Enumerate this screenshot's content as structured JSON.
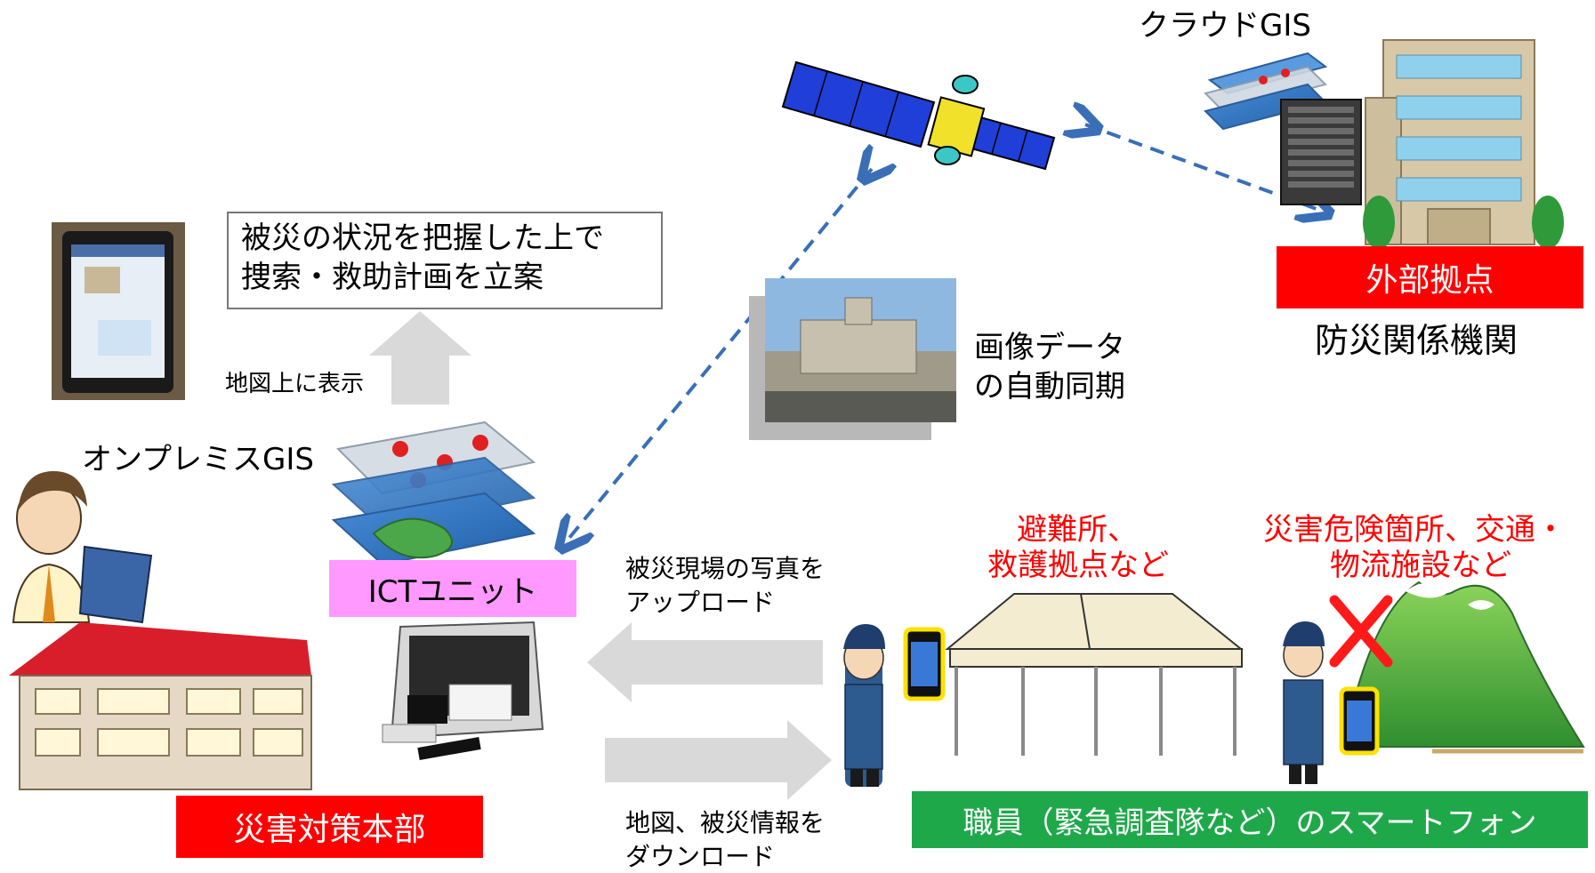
{
  "labels": {
    "cloud_gis": "クラウドGIS",
    "onpremise_gis": "オンプレミスGIS",
    "external_base": "外部拠点",
    "disaster_org": "防災関係機関",
    "plan_note_line1": "被災の状況を把握した上で",
    "plan_note_line2": "捜索・救助計画を立案",
    "map_display": "地図上に表示",
    "image_sync_line1": "画像データ",
    "image_sync_line2": "の自動同期",
    "ict_unit": "ICTユニット",
    "upload_line1": "被災現場の写真を",
    "upload_line2": "アップロード",
    "download_line1": "地図、被災情報を",
    "download_line2": "ダウンロード",
    "shelter_line1": "避難所、",
    "shelter_line2": "救護拠点など",
    "hazard_line1": "災害危険箇所、交通・",
    "hazard_line2": "物流施設など",
    "hq": "災害対策本部",
    "staff_phone": "職員（緊急調査隊など）のスマートフォン"
  },
  "colors": {
    "red": "#ff0000",
    "pink": "#ff99ff",
    "green": "#1fa84a",
    "dash_blue": "#3a6fb7",
    "arrow_gray": "#d9d9d9"
  }
}
